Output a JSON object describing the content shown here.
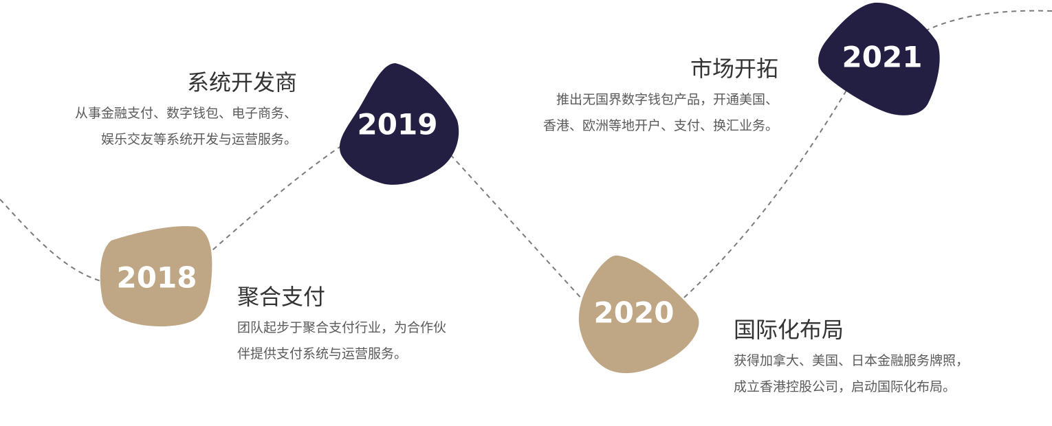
{
  "colors": {
    "dark_blob": "#221f43",
    "tan_blob": "#bfa785",
    "connector": "#7a7a7a"
  },
  "milestones": [
    {
      "year": "2018",
      "title": "聚合支付",
      "lines": [
        "团队起步于聚合支付行业，为合作伙",
        "伴提供支付系统与运营服务。"
      ]
    },
    {
      "year": "2019",
      "title": "系统开发商",
      "lines": [
        "从事金融支付、数字钱包、电子商务、",
        "娱乐交友等系统开发与运营服务。"
      ]
    },
    {
      "year": "2020",
      "title": "国际化布局",
      "lines": [
        "获得加拿大、美国、日本金融服务牌照，",
        "成立香港控股公司，启动国际化布局。"
      ]
    },
    {
      "year": "2021",
      "title": "市场开拓",
      "lines": [
        "推出无国界数字钱包产品，开通美国、",
        "香港、欧洲等地开户、支付、换汇业务。"
      ]
    }
  ]
}
